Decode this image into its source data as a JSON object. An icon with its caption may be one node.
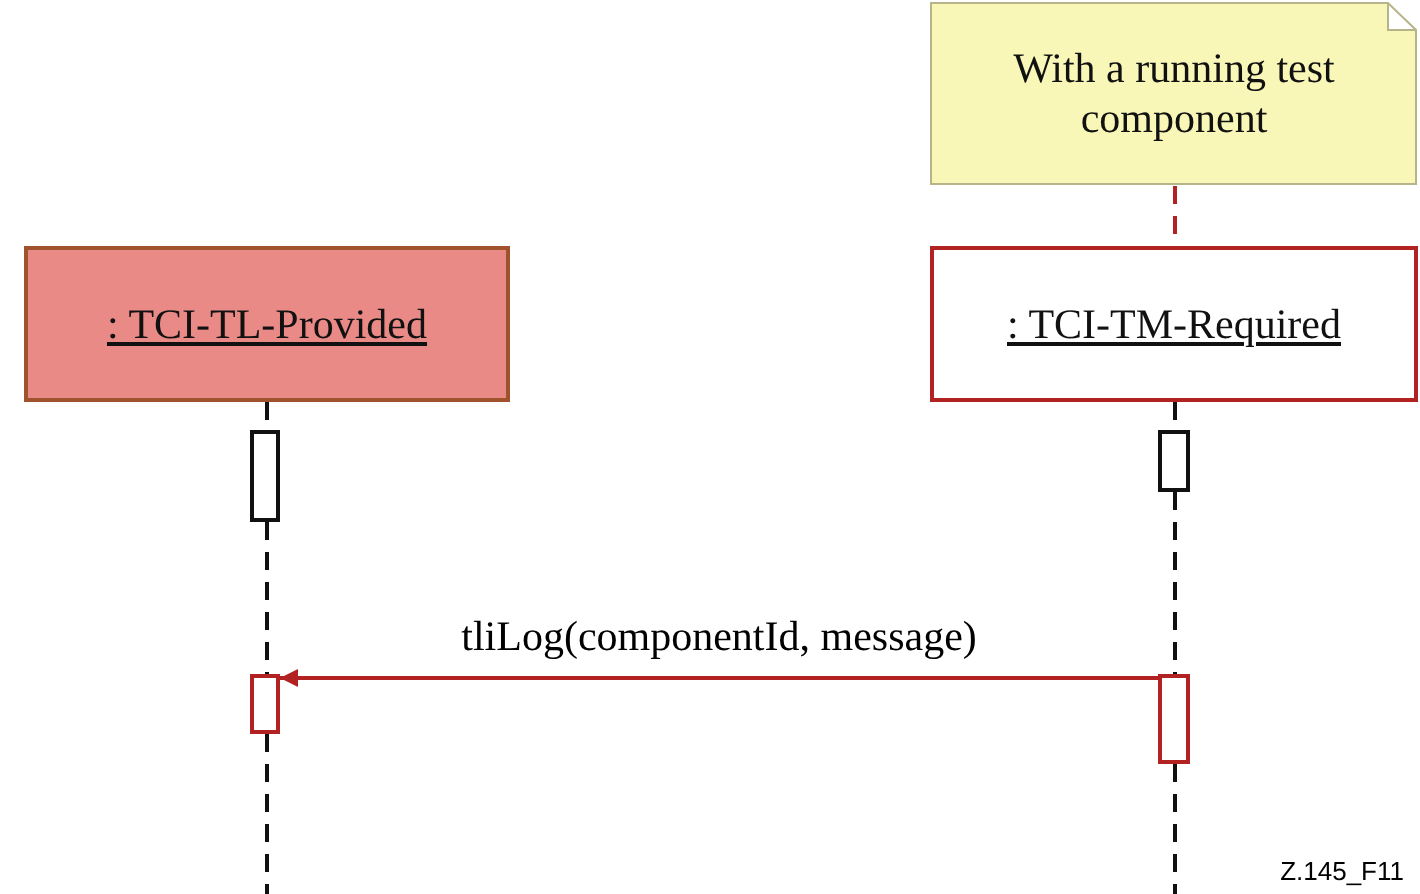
{
  "diagram": {
    "nodes": [
      {
        "text": [
          ": TCI-TL-Provided"
        ]
      },
      {
        "text": [
          "With a running test component"
        ]
      },
      {
        "text": [
          ": TCI-TM-Required"
        ]
      },
      {
        "text": [],
        "shape": "bar"
      },
      {
        "text": [],
        "shape": "bar"
      },
      {
        "text": [],
        "shape": "bar"
      },
      {
        "text": [],
        "shape": "bar"
      }
    ],
    "edges": [
      {
        "from": 1,
        "to": 2,
        "arrow": "none",
        "style": "dashed",
        "color": "#b22222"
      },
      {
        "from": 0,
        "to": 3,
        "arrow": "none",
        "style": "dashed"
      },
      {
        "from": 3,
        "to": 4,
        "arrow": "none",
        "style": "dashed"
      },
      {
        "from": 4,
        "to": null,
        "arrow": "none",
        "style": "dashed"
      },
      {
        "from": 2,
        "to": 5,
        "arrow": "none",
        "style": "dashed"
      },
      {
        "from": 5,
        "to": 6,
        "arrow": "none",
        "style": "dashed"
      },
      {
        "from": 6,
        "to": null,
        "arrow": "none",
        "style": "dashed"
      },
      {
        "from": 6,
        "to": 4,
        "arrow": "to",
        "label": "tliLog(componentId, message)",
        "color": "#b22222"
      }
    ],
    "labels": [
      "Z.145_F11"
    ]
  }
}
